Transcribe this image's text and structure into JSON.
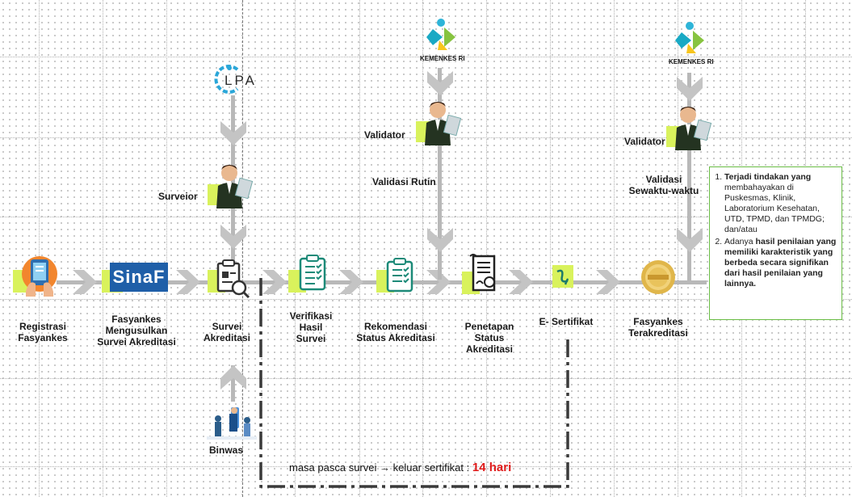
{
  "logos": {
    "lpa": "LPA",
    "kemenkes_1": "KEMENKES RI",
    "kemenkes_2": "KEMENKES RI",
    "sinaf": "SinaF"
  },
  "roles": {
    "surveior": "Surveior",
    "validator_1": "Validator",
    "validator_2": "Validator",
    "binwas": "Binwas",
    "validasi_rutin": "Validasi Rutin",
    "validasi_sewaktu_1": "Validasi",
    "validasi_sewaktu_2": "Sewaktu-waktu"
  },
  "steps": [
    {
      "l1": "Registrasi",
      "l2": "Fasyankes",
      "l3": ""
    },
    {
      "l1": "Fasyankes",
      "l2": "Mengusulkan",
      "l3": "Survei Akreditasi"
    },
    {
      "l1": "Survei",
      "l2": "Akreditasi",
      "l3": ""
    },
    {
      "l1": "Verifikasi",
      "l2": "Hasil",
      "l3": "Survei"
    },
    {
      "l1": "Rekomendasi",
      "l2": "Status Akreditasi",
      "l3": ""
    },
    {
      "l1": "Penetapan",
      "l2": "Status",
      "l3": "Akreditasi"
    },
    {
      "l1": "E- Sertifikat",
      "l2": "",
      "l3": ""
    },
    {
      "l1": "Fasyankes",
      "l2": "Terakreditasi",
      "l3": ""
    }
  ],
  "note": {
    "item1_bold": "Terjadi tindakan yang",
    "item1_rest": "membahayakan di Puskesmas, Klinik, Laboratorium Kesehatan, UTD, TPMD, dan TPMDG; dan/atau",
    "item2_pre": "Adanya",
    "item2_bold": "hasil penilaian yang memiliki karakteristik yang berbeda secara signifikan dari hasil penilaian yang lainnya."
  },
  "footer": {
    "text": "masa pasca survei → keluar sertifikat :",
    "highlight": "14 hari"
  },
  "colors": {
    "highlight": "#d9f25c",
    "footer_red": "#e01b1b",
    "note_border": "#6abd45",
    "sinaf_blue": "#1f5fa8"
  }
}
